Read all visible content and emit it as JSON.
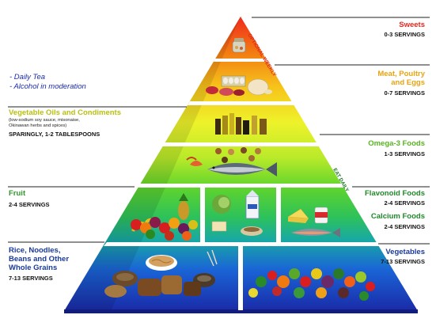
{
  "colors": {
    "sweets": "#e8281e",
    "meat": "#e8a410",
    "oils": "#b9c010",
    "omega": "#58b420",
    "fruit": "#2e9a2a",
    "flavonoid": "#1e8a28",
    "calcium": "#1e8a28",
    "grains": "#1a3a9c",
    "vegetables": "#1a3a9c",
    "tea": "#1a2bb0"
  },
  "side_labels": {
    "optional_weekly": "OPTIONAL WEEKLY",
    "eat_daily": "EAT DAILY"
  },
  "tea_notes": {
    "line1": "- Daily Tea",
    "line2": "- Alcohol in moderation"
  },
  "groups": {
    "sweets": {
      "title": "Sweets",
      "servings": "0-3 SERVINGS"
    },
    "meat": {
      "title1": "Meat, Poultry",
      "title2": "and Eggs",
      "servings": "0-7 SERVINGS"
    },
    "oils": {
      "title": "Vegetable Oils and Condiments",
      "note1": "(low-sodium soy sauce, misonaise,",
      "note2": "Okinawan herbs and spices)",
      "servings": "SPARINGLY, 1-2 TABLESPOONS"
    },
    "omega": {
      "title": "Omega-3 Foods",
      "servings": "1-3 SERVINGS"
    },
    "fruit": {
      "title": "Fruit",
      "servings": "2-4 SERVINGS"
    },
    "flavonoid": {
      "title": "Flavonoid Foods",
      "servings": "2-4 SERVINGS"
    },
    "calcium": {
      "title": "Calcium Foods",
      "servings": "2-4 SERVINGS"
    },
    "grains": {
      "title1": "Rice, Noodles,",
      "title2": "Beans and Other",
      "title3": "Whole Grains",
      "servings": "7-13 SERVINGS"
    },
    "vegetables": {
      "title": "Vegetables",
      "servings": "7-13 SERVINGS"
    }
  },
  "food_icons": [
    "candy-jar-icon",
    "eggs-icon",
    "meat-icon",
    "chicken-icon",
    "oil-bottles-icon",
    "nuts-seeds-icon",
    "shrimp-icon",
    "fish-icon",
    "fruit-pile-icon",
    "pineapple-icon",
    "cabbage-icon",
    "milk-carton-icon",
    "tofu-icon",
    "cheese-icon",
    "yogurt-icon",
    "salmon-icon",
    "grains-pile-icon",
    "bread-icon",
    "noodles-icon",
    "vegetables-pile-icon"
  ]
}
